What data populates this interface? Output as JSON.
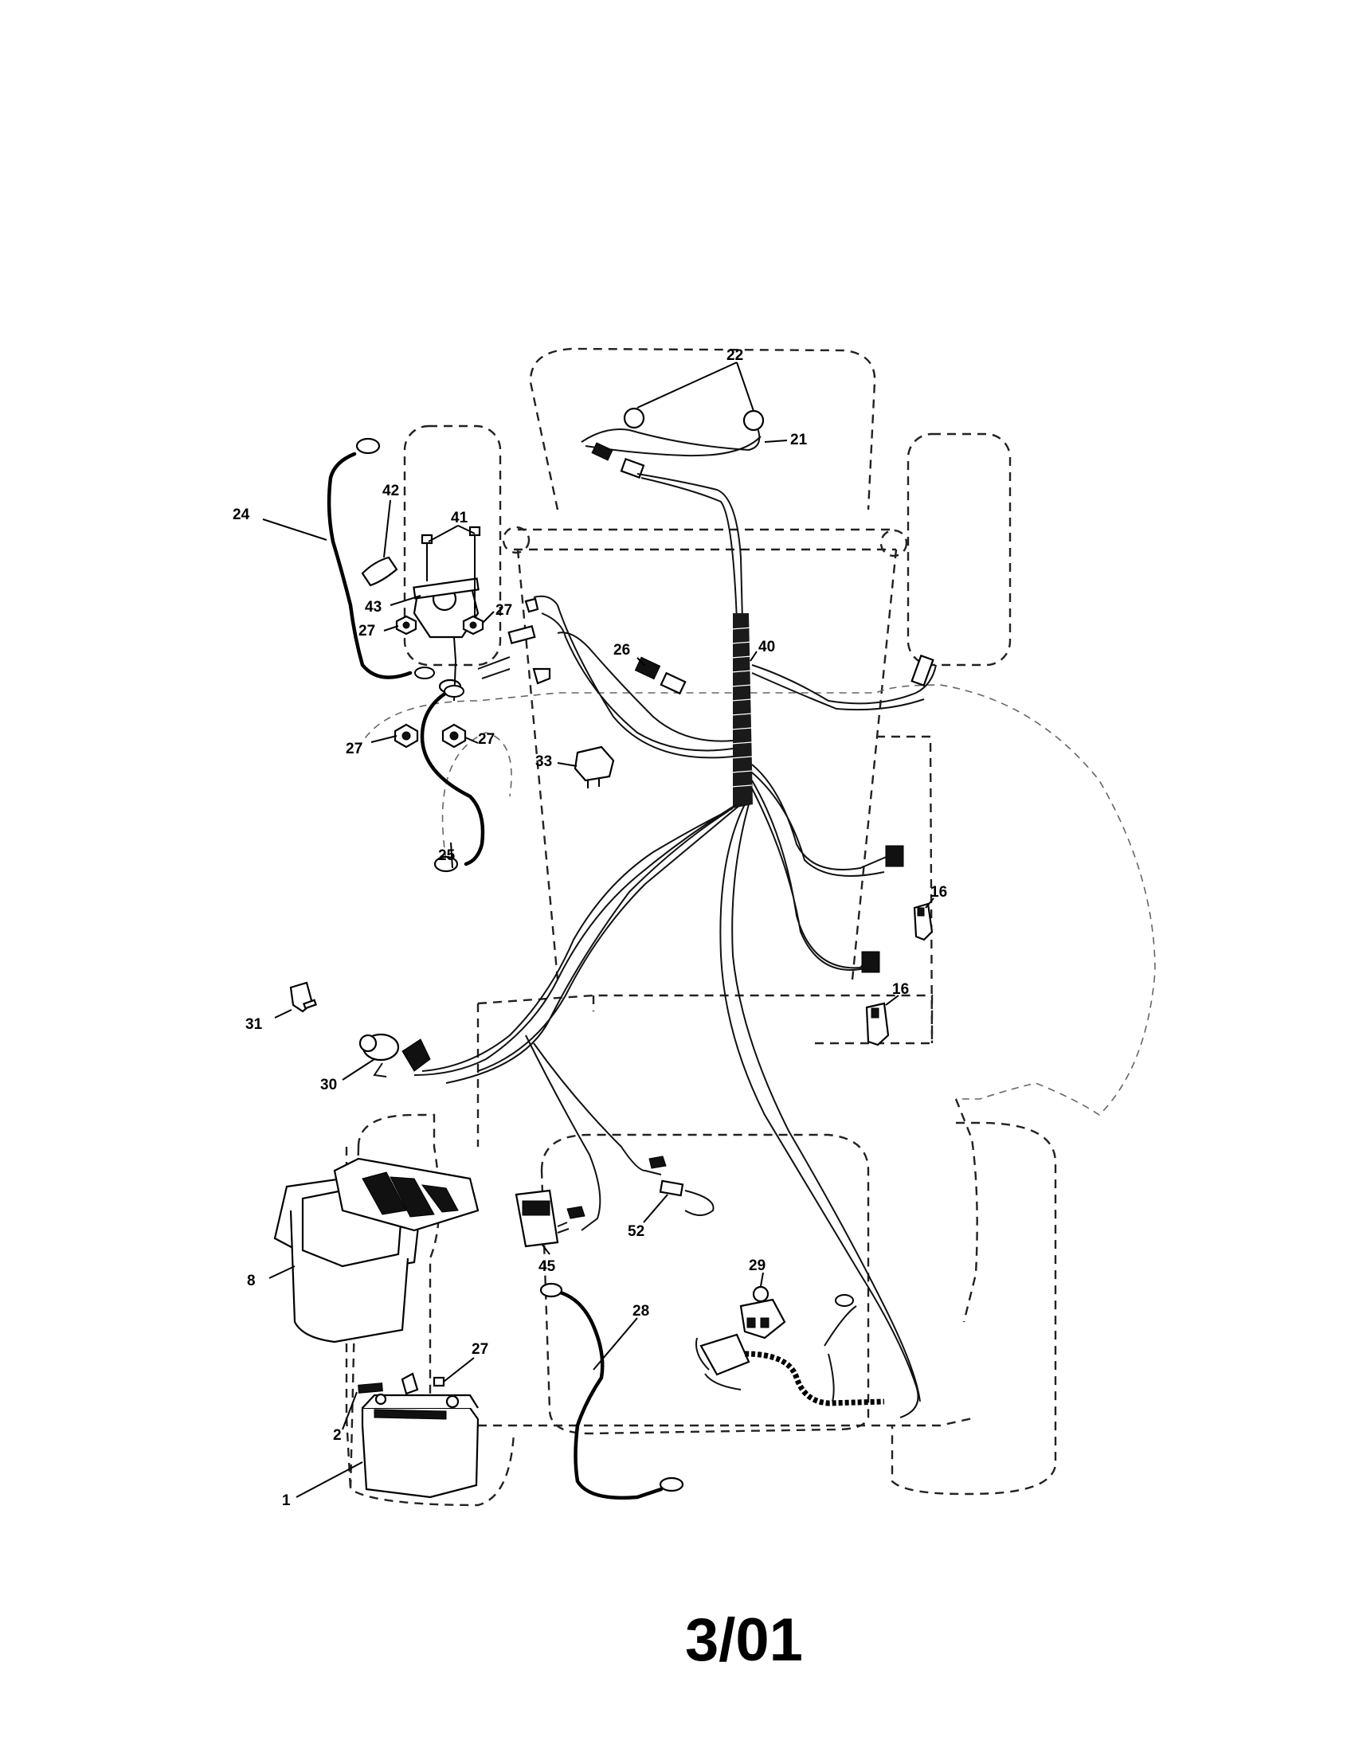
{
  "diagram": {
    "footer_code": "3/01",
    "callouts": [
      {
        "id": "c1",
        "text": "1"
      },
      {
        "id": "c2",
        "text": "2"
      },
      {
        "id": "c8",
        "text": "8"
      },
      {
        "id": "c16a",
        "text": "16"
      },
      {
        "id": "c16b",
        "text": "16"
      },
      {
        "id": "c21",
        "text": "21"
      },
      {
        "id": "c22",
        "text": "22"
      },
      {
        "id": "c24",
        "text": "24"
      },
      {
        "id": "c25",
        "text": "25"
      },
      {
        "id": "c26",
        "text": "26"
      },
      {
        "id": "c27a",
        "text": "27"
      },
      {
        "id": "c27b",
        "text": "27"
      },
      {
        "id": "c27c",
        "text": "27"
      },
      {
        "id": "c27d",
        "text": "27"
      },
      {
        "id": "c27e",
        "text": "27"
      },
      {
        "id": "c28",
        "text": "28"
      },
      {
        "id": "c29",
        "text": "29"
      },
      {
        "id": "c30",
        "text": "30"
      },
      {
        "id": "c31",
        "text": "31"
      },
      {
        "id": "c33",
        "text": "33"
      },
      {
        "id": "c40",
        "text": "40"
      },
      {
        "id": "c41",
        "text": "41"
      },
      {
        "id": "c42",
        "text": "42"
      },
      {
        "id": "c43",
        "text": "43"
      },
      {
        "id": "c45",
        "text": "45"
      },
      {
        "id": "c52",
        "text": "52"
      }
    ]
  }
}
